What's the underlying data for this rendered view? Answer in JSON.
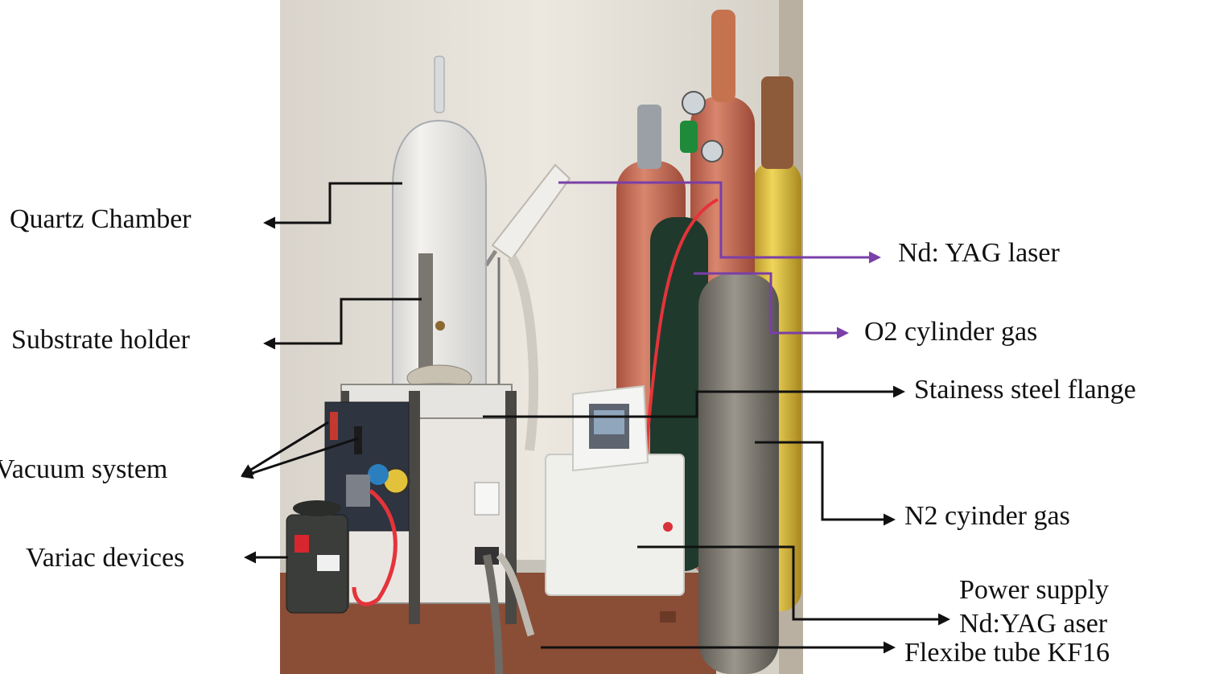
{
  "figure": {
    "labels": {
      "quartz_chamber": "Quartz Chamber",
      "substrate_holder": "Substrate holder",
      "vacuum_system": "Vacuum system",
      "variac_devices": "Variac devices",
      "nd_yag_laser": "Nd: YAG laser",
      "o2_cylinder": "O2 cylinder gas",
      "steel_flange": "Stainess steel flange",
      "n2_cylinder": "N2 cyinder gas",
      "power_supply_line1": "Power supply",
      "power_supply_line2": "Nd:YAG aser",
      "flexible_tube": "Flexibe tube KF16"
    },
    "colors": {
      "arrow_black": "#111111",
      "arrow_purple": "#7a3fa8",
      "wall": "#e6e2da",
      "o2_cylinder_red": "#c9705a",
      "n2_cylinder_green": "#1f3a2c",
      "n2_cylinder_grey": "#7d7a72",
      "yellow_cylinder": "#d8b83a",
      "table_wood": "#8a4d36",
      "laser_unit_white": "#f2f2f0",
      "red_tube": "#e5333a"
    }
  }
}
